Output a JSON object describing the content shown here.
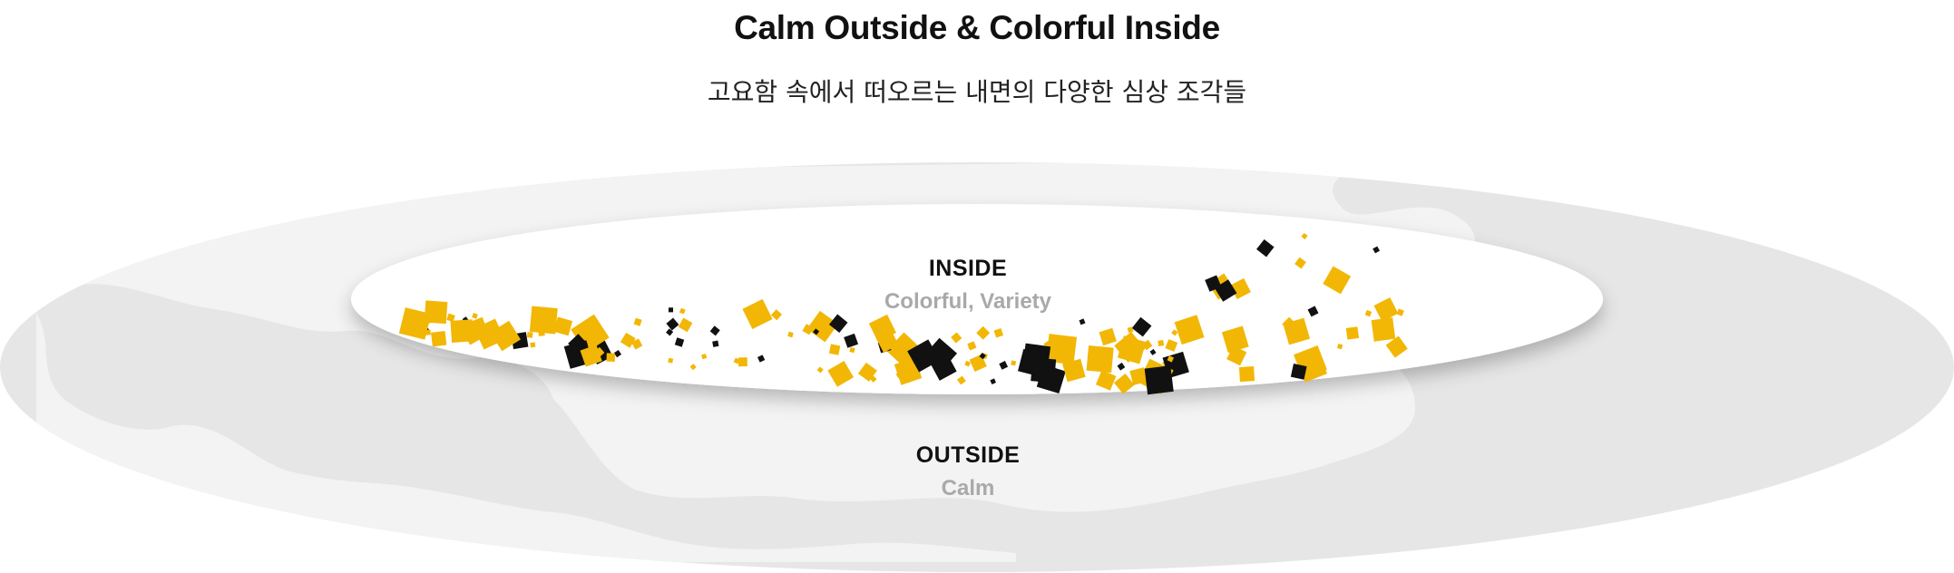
{
  "title": "Calm Outside & Colorful Inside",
  "subtitle": "고요함 속에서 떠오르는 내면의 다양한 심상 조각들",
  "inside": {
    "label": "INSIDE",
    "caption": "Colorful, Variety"
  },
  "outside": {
    "label": "OUTSIDE",
    "caption": "Calm"
  },
  "colors": {
    "accent": "#f2b705",
    "dark": "#111111",
    "outer_fill": "#e6e6e6",
    "outer_light": "#f3f3f3",
    "inner_fill": "#ffffff",
    "muted_text": "#a9a9a9"
  },
  "icons": [
    "yellow-square-fragment",
    "black-square-fragment"
  ]
}
